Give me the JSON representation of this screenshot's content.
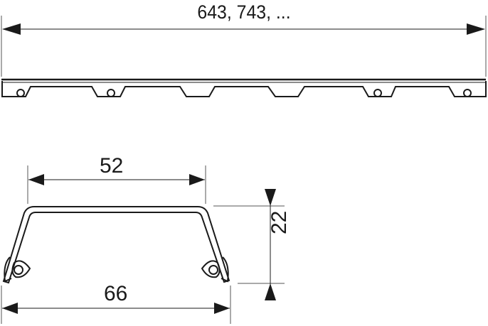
{
  "drawing": {
    "type": "technical-dimension-drawing",
    "subject": "drain channel grate profile",
    "top_view": {
      "length_label": "643, 743, ...",
      "hole_count": 4,
      "notch_count": 6
    },
    "section_view": {
      "top_width_label": "52",
      "bottom_width_label": "66",
      "height_label": "22"
    },
    "colors": {
      "line": "#1a1a1a",
      "dim_line": "#333333",
      "background": "#ffffff"
    }
  }
}
